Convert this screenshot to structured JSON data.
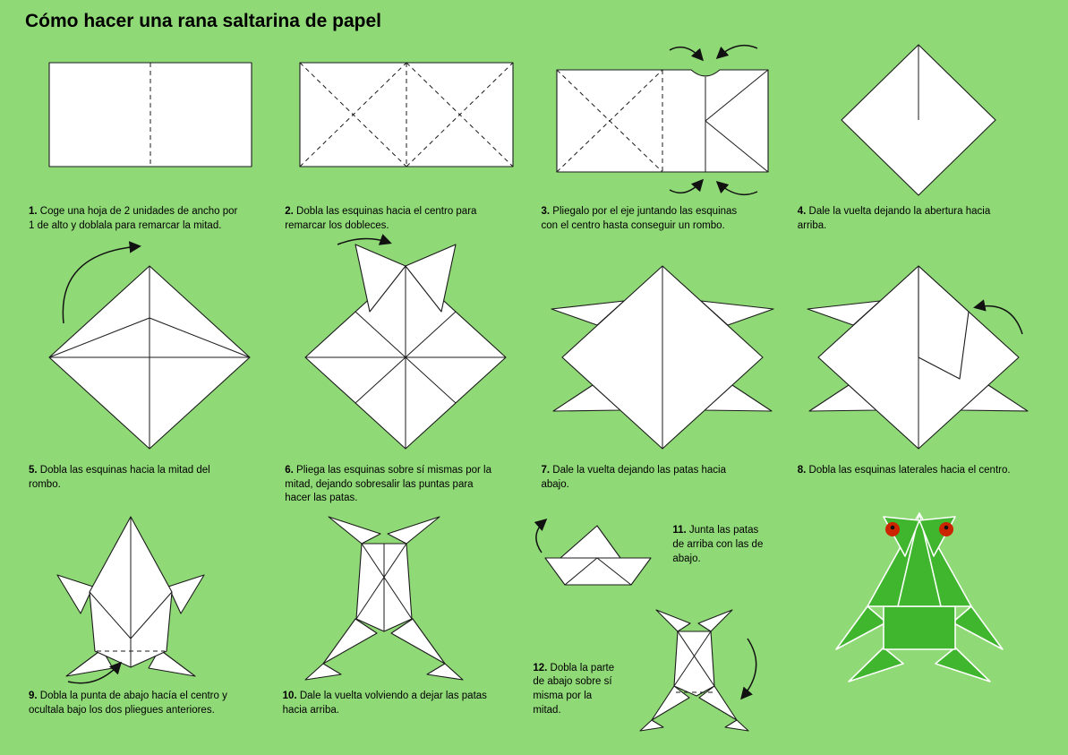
{
  "page": {
    "title": "Cómo hacer una rana saltarina de papel",
    "background_color": "#90D977",
    "paper_color": "#FFFFFF",
    "line_color": "#1B1B1B",
    "frog_color": "#3FB62D",
    "eye_color": "#CC2400"
  },
  "steps": [
    {
      "number": "1.",
      "caption": "Coge una hoja de 2 unidades de ancho por 1 de alto y doblala para remarcar la mitad."
    },
    {
      "number": "2.",
      "caption": "Dobla las esquinas hacia el centro para remarcar los dobleces."
    },
    {
      "number": "3.",
      "caption": "Pliegalo por el eje juntando las esquinas con el centro hasta conseguir un rombo."
    },
    {
      "number": "4.",
      "caption": "Dale la vuelta dejando la abertura hacia arriba."
    },
    {
      "number": "5.",
      "caption": "Dobla las esquinas hacia la mitad del rombo."
    },
    {
      "number": "6.",
      "caption": "Pliega las esquinas sobre sí mismas por la mitad, dejando sobresalir las puntas para hacer las patas."
    },
    {
      "number": "7.",
      "caption": "Dale la vuelta dejando las patas hacia abajo."
    },
    {
      "number": "8.",
      "caption": "Dobla las esquinas laterales hacia el centro."
    },
    {
      "number": "9.",
      "caption": "Dobla la punta de abajo hacía el centro y ocultala bajo los dos pliegues anteriores."
    },
    {
      "number": "10.",
      "caption": "Dale la vuelta volviendo a dejar las patas hacia arriba."
    },
    {
      "number": "11.",
      "caption": "Junta las patas de arriba con las de abajo."
    },
    {
      "number": "12.",
      "caption": "Dobla la parte de abajo sobre sí misma por la mitad."
    }
  ]
}
